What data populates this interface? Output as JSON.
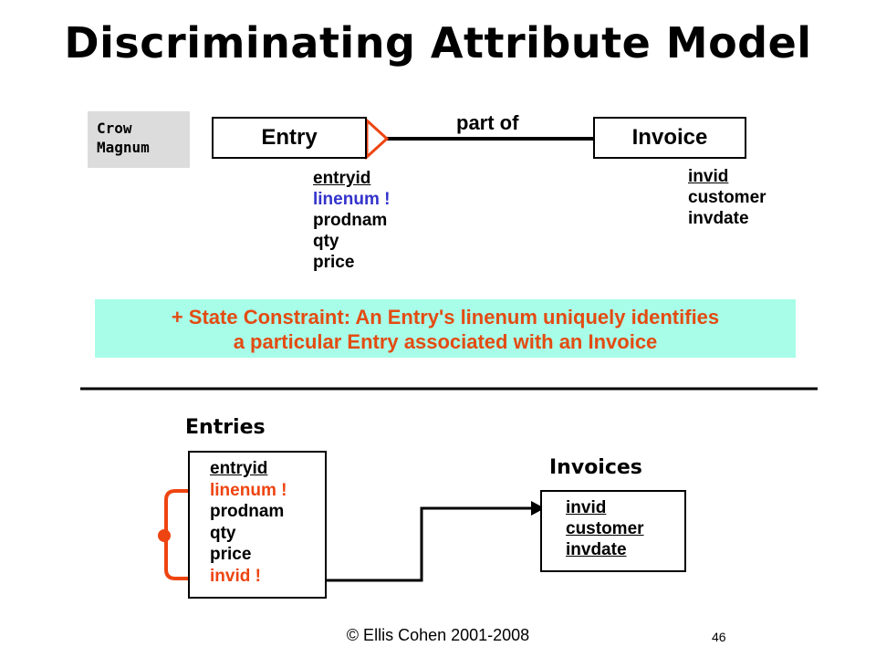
{
  "title": "Discriminating Attribute Model",
  "notation": {
    "line1": "Crow",
    "line2": "Magnum"
  },
  "er": {
    "entry_label": "Entry",
    "invoice_label": "Invoice",
    "relationship_label": "part of",
    "entry_attrs": [
      "entryid",
      "linenum !",
      "prodnam",
      "qty",
      "price"
    ],
    "invoice_attrs": [
      "invid",
      "customer",
      "invdate"
    ]
  },
  "constraint": {
    "line1": "+ State Constraint:  An Entry's linenum uniquely identifies",
    "line2": "a particular Entry associated with an Invoice"
  },
  "tables": {
    "entries_title": "Entries",
    "invoices_title": "Invoices",
    "entries_cols": [
      "entryid",
      "linenum !",
      "prodnam",
      "qty",
      "price",
      "invid !"
    ],
    "invoices_cols": [
      "invid",
      "customer",
      "invdate"
    ]
  },
  "colors": {
    "accent": "#ee4411",
    "constraint_bg": "#a8fde8",
    "notation_bg": "#dcdcdc",
    "blue_attr": "#3333cc"
  },
  "footer": {
    "copyright": "© Ellis Cohen 2001-2008",
    "page": "46"
  }
}
